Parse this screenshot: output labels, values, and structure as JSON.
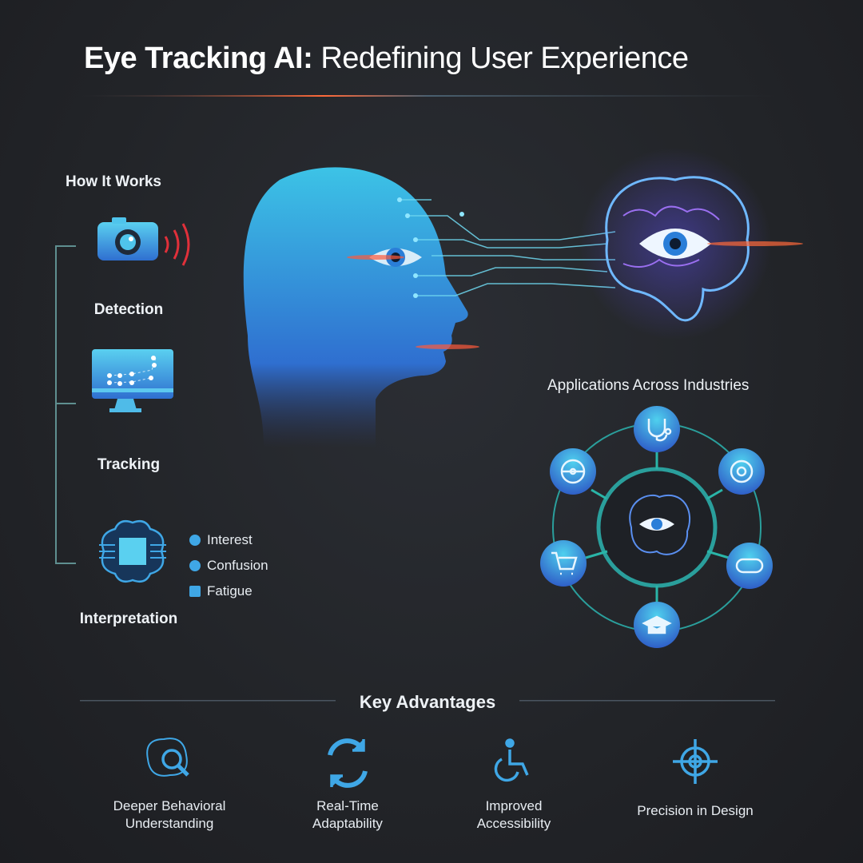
{
  "title": {
    "bold": "Eye Tracking AI:",
    "rest": " Redefining User Experience"
  },
  "how_it_works": {
    "heading": "How It Works",
    "steps": [
      {
        "label": "Detection",
        "icon": "camera-icon"
      },
      {
        "label": "Tracking",
        "icon": "monitor-gaze-path-icon"
      },
      {
        "label": "Interpretation",
        "icon": "brain-chip-icon"
      }
    ],
    "signals": [
      "Interest",
      "Confusion",
      "Fatigue"
    ]
  },
  "applications": {
    "heading": "Applications Across Industries",
    "icons": [
      "stethoscope-icon",
      "vr-lens-icon",
      "gamepad-icon",
      "graduation-cap-icon",
      "shopping-cart-icon",
      "steering-wheel-icon"
    ]
  },
  "key_advantages": {
    "heading": "Key Advantages",
    "items": [
      {
        "line1": "Deeper Behavioral",
        "line2": "Understanding",
        "icon": "brain-magnifier-icon"
      },
      {
        "line1": "Real-Time",
        "line2": "Adaptability",
        "icon": "refresh-icon"
      },
      {
        "line1": "Improved",
        "line2": "Accessibility",
        "icon": "wheelchair-icon"
      },
      {
        "line1": "Precision in Design",
        "line2": "",
        "icon": "target-icon"
      }
    ]
  },
  "colors": {
    "accent": "#3fb0e8",
    "teal": "#2bb5a8",
    "red": "#e23a3a",
    "purple": "#9b4de0"
  }
}
